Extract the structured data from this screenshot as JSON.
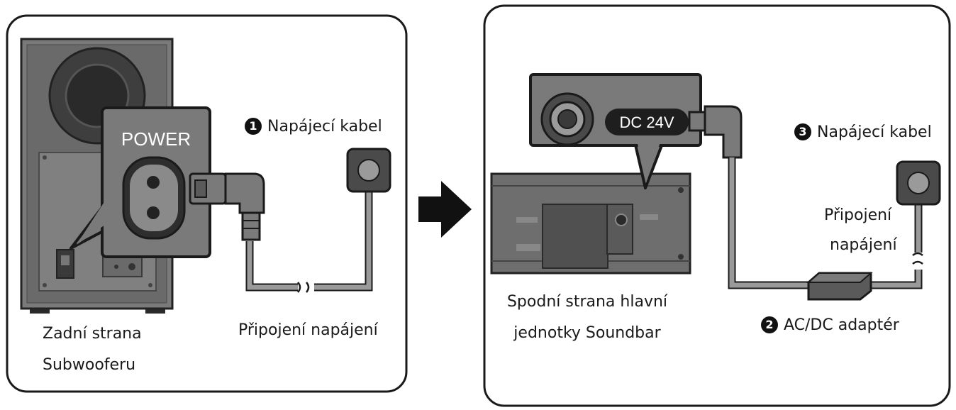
{
  "left_panel": {
    "power_label": "POWER",
    "cable_number": "1",
    "cable_label": "Napájecí kabel",
    "connection_label": "Připojení napájení",
    "device_caption_line1": "Zadní strana",
    "device_caption_line2": "Subwooferu"
  },
  "right_panel": {
    "dc_label": "DC 24V",
    "cable_number": "3",
    "cable_label": "Napájecí kabel",
    "connection_line1": "Připojení",
    "connection_line2": "napájení",
    "adapter_number": "2",
    "adapter_label": "AC/DC adaptér",
    "device_caption_line1": "Spodní strana hlavní",
    "device_caption_line2": "jednotky Soundbar"
  },
  "colors": {
    "device_body": "#6e6e6e",
    "device_dark": "#3c3c3c",
    "callout_fill": "#7a7a7a",
    "cable": "#9a9a9a",
    "outline": "#1a1a1a"
  }
}
